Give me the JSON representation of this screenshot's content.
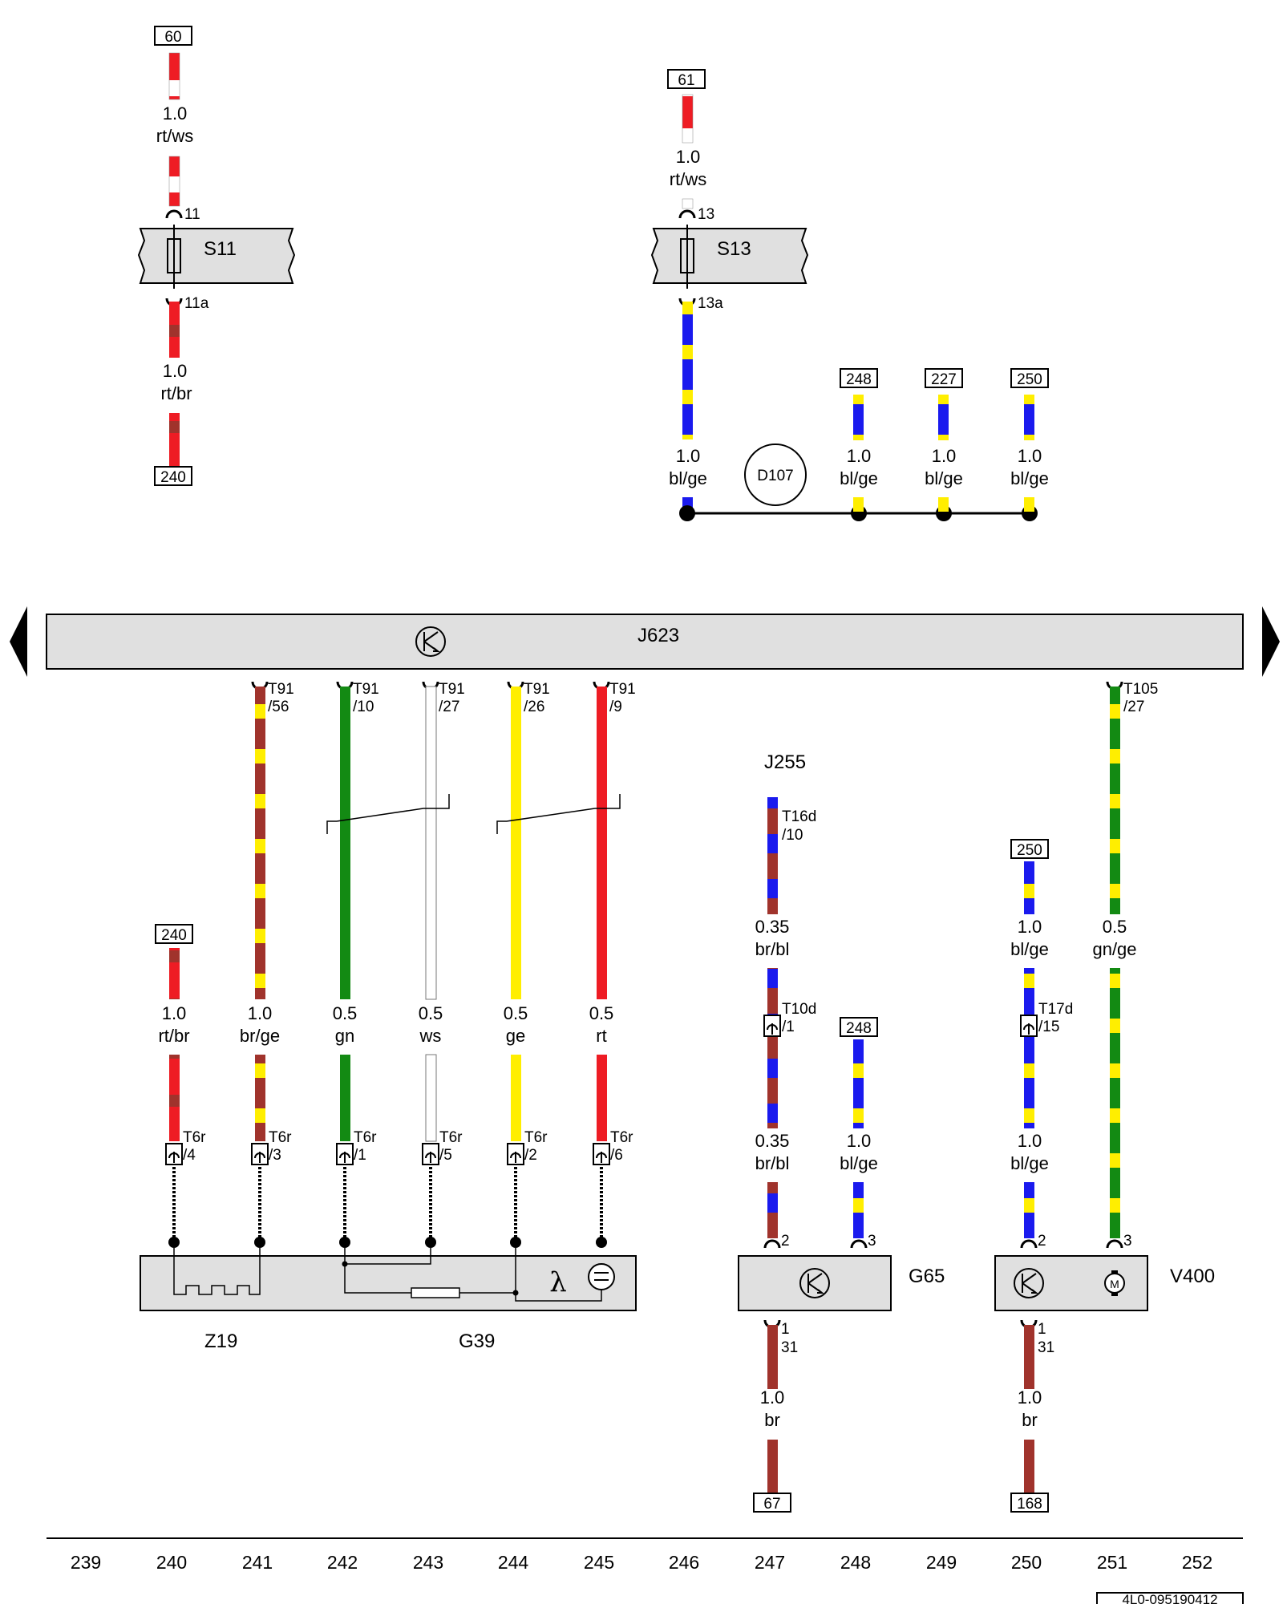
{
  "colors": {
    "rt": "#ee1c24",
    "ws": "#ffffff",
    "br": "#a0332c",
    "bl": "#1a1aee",
    "ge": "#ffee00",
    "gn": "#138a13",
    "component_fill": "#e0e0e0"
  },
  "fuses": [
    {
      "id": "S11",
      "pin_in": "11",
      "pin_out": "11a",
      "in_ref": "60",
      "in_size": "1.0",
      "in_color": "rt/ws",
      "out_size": "1.0",
      "out_color": "rt/br",
      "out_ref": "240"
    },
    {
      "id": "S13",
      "pin_in": "13",
      "pin_out": "13a",
      "in_ref": "61",
      "in_size": "1.0",
      "in_color": "rt/ws",
      "out_size": "1.0",
      "out_color": "bl/ge"
    }
  ],
  "connector_d107": {
    "label": "D107",
    "branches": [
      {
        "ref": "248",
        "size": "1.0",
        "color": "bl/ge"
      },
      {
        "ref": "227",
        "size": "1.0",
        "color": "bl/ge"
      },
      {
        "ref": "250",
        "size": "1.0",
        "color": "bl/ge"
      }
    ]
  },
  "ecu": {
    "label": "J623"
  },
  "t91_wires": [
    {
      "pin": "T91",
      "sub": "/56",
      "size": "1.0",
      "color": "br/ge",
      "t6r": "T6r",
      "t6r_pin": "/3"
    },
    {
      "pin": "T91",
      "sub": "/10",
      "size": "0.5",
      "color": "gn",
      "t6r": "T6r",
      "t6r_pin": "/1"
    },
    {
      "pin": "T91",
      "sub": "/27",
      "size": "0.5",
      "color": "ws",
      "t6r": "T6r",
      "t6r_pin": "/5"
    },
    {
      "pin": "T91",
      "sub": "/26",
      "size": "0.5",
      "color": "ge",
      "t6r": "T6r",
      "t6r_pin": "/2"
    },
    {
      "pin": "T91",
      "sub": "/9",
      "size": "0.5",
      "color": "rt",
      "t6r": "T6r",
      "t6r_pin": "/6"
    }
  ],
  "wire_240": {
    "ref": "240",
    "size": "1.0",
    "color": "rt/br",
    "t6r": "T6r",
    "t6r_pin": "/4"
  },
  "sensor_labels": {
    "z19": "Z19",
    "g39": "G39",
    "lambda": "λ"
  },
  "j255": {
    "label": "J255",
    "t16d": "T16d",
    "t16d_pin": "/10",
    "size1": "0.35",
    "color1": "br/bl",
    "t10d": "T10d",
    "t10d_pin": "/1",
    "size2": "0.35",
    "color2": "br/bl"
  },
  "wire_248": {
    "ref": "248",
    "size": "1.0",
    "color": "bl/ge"
  },
  "g65": {
    "label": "G65",
    "pin2": "2",
    "pin3": "3",
    "pin1": "1",
    "ground": "31",
    "size": "1.0",
    "color": "br",
    "ref": "67"
  },
  "wire_250": {
    "ref": "250",
    "size1": "1.0",
    "color1": "bl/ge",
    "t17d": "T17d",
    "t17d_pin": "/15",
    "size2": "1.0",
    "color2": "bl/ge"
  },
  "t105": {
    "pin": "T105",
    "sub": "/27",
    "size": "0.5",
    "color": "gn/ge"
  },
  "v400": {
    "label": "V400",
    "motor": "M",
    "pin2": "2",
    "pin3": "3",
    "pin1": "1",
    "ground": "31",
    "size": "1.0",
    "color": "br",
    "ref": "168"
  },
  "columns": [
    "239",
    "240",
    "241",
    "242",
    "243",
    "244",
    "245",
    "246",
    "247",
    "248",
    "249",
    "250",
    "251",
    "252"
  ],
  "doc_id": "4L0-095190412"
}
